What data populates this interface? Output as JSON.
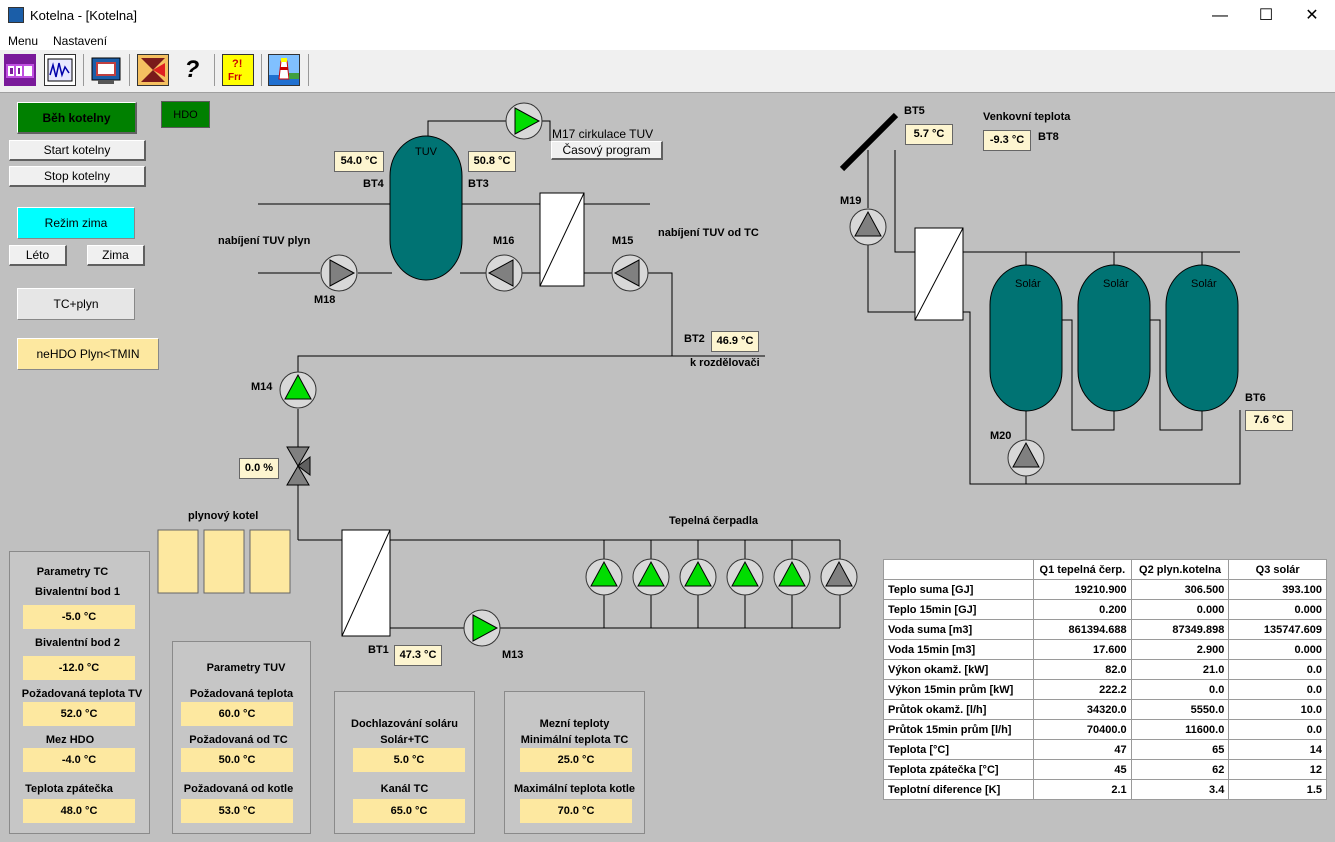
{
  "window": {
    "title": "Kotelna - [Kotelna]",
    "minimize": "—",
    "maximize": "☐",
    "close": "✕"
  },
  "menu": [
    "Menu",
    "Nastavení"
  ],
  "toolbar": {
    "items": [
      "com-icon",
      "graph-icon",
      "monitor-icon",
      "hourglass-icon",
      "help-icon",
      "alarm-icon",
      "lighthouse-icon"
    ],
    "help_glyph": "?",
    "alarm_text": "Frr"
  },
  "controls": {
    "beh_kotelny": "Běh kotelny",
    "hdo": "HDO",
    "start_kotelny": "Start kotelny",
    "stop_kotelny": "Stop kotelny",
    "rezim_zima": "Režim zima",
    "leto": "Léto",
    "zima": "Zima",
    "tc_plyn": "TC+plyn",
    "nehdo": "neHDO Plyn<TMIN",
    "casovy_program": "Časový program"
  },
  "sensors": {
    "bt4": {
      "label": "BT4",
      "value": "54.0 °C"
    },
    "bt3": {
      "label": "BT3",
      "value": "50.8 °C"
    },
    "bt5": {
      "label": "BT5",
      "value": "5.7 °C"
    },
    "bt8": {
      "label": "BT8",
      "value": "-9.3 °C"
    },
    "bt2": {
      "label": "BT2",
      "value": "46.9 °C"
    },
    "bt6": {
      "label": "BT6",
      "value": "7.6 °C"
    },
    "bt1": {
      "label": "BT1",
      "value": "47.3 °C"
    },
    "valve": {
      "value": "0.0 %"
    }
  },
  "labels": {
    "tuv": "TUV",
    "m17": "M17 cirkulace TUV",
    "nabijeni_plyn": "nabíjení TUV plyn",
    "nabijeni_tc": "nabíjení TUV od TC",
    "m16": "M16",
    "m15": "M15",
    "m18": "M18",
    "m14": "M14",
    "m19": "M19",
    "m20": "M20",
    "m13": "M13",
    "k_rozdelovaci": "k rozdělovači",
    "venkovni": "Venkovní teplota",
    "solar": "Solár",
    "plynovy_kotel": "plynový kotel",
    "tepelna_cerpadla": "Tepelná čerpadla"
  },
  "colors": {
    "pump_on": "#00dd00",
    "pump_off": "#808080",
    "tank": "#007373",
    "active_green": "#008000",
    "active_cyan": "#00ffff",
    "highlight_yellow": "#fde8a0"
  },
  "params_tc": {
    "title": "Parametry TC",
    "items": [
      {
        "label": "Bivalentní bod 1",
        "value": "-5.0 °C"
      },
      {
        "label": "Bivalentní bod 2",
        "value": "-12.0 °C"
      },
      {
        "label": "Požadovaná teplota TV",
        "value": "52.0 °C"
      },
      {
        "label": "Mez HDO",
        "value": "-4.0 °C"
      },
      {
        "label": "Teplota zpátečka",
        "value": "48.0 °C"
      }
    ]
  },
  "params_tuv": {
    "title": "Parametry TUV",
    "items": [
      {
        "label": "Požadovaná teplota",
        "value": "60.0 °C"
      },
      {
        "label": "Požadovaná od TC",
        "value": "50.0 °C"
      },
      {
        "label": "Požadovaná od kotle",
        "value": "53.0 °C"
      }
    ]
  },
  "params_solar": {
    "title": "Dochlazování soláru",
    "items": [
      {
        "label": "Solár+TC",
        "value": "5.0 °C"
      },
      {
        "label": "Kanál TC",
        "value": "65.0 °C"
      }
    ]
  },
  "params_limits": {
    "title": "Mezní teploty",
    "items": [
      {
        "label": "Minimální teplota TC",
        "value": "25.0 °C"
      },
      {
        "label": "Maximální teplota kotle",
        "value": "70.0 °C"
      }
    ]
  },
  "stats": {
    "headers": [
      "",
      "Q1 tepelná čerp.",
      "Q2 plyn.kotelna",
      "Q3 solár"
    ],
    "rows": [
      [
        "Teplo suma  [GJ]",
        "19210.900",
        "306.500",
        "393.100"
      ],
      [
        "Teplo 15min [GJ]",
        "0.200",
        "0.000",
        "0.000"
      ],
      [
        "Voda suma  [m3]",
        "861394.688",
        "87349.898",
        "135747.609"
      ],
      [
        "Voda 15min [m3]",
        "17.600",
        "2.900",
        "0.000"
      ],
      [
        "Výkon okamž. [kW]",
        "82.0",
        "21.0",
        "0.0"
      ],
      [
        "Výkon 15min prům [kW]",
        "222.2",
        "0.0",
        "0.0"
      ],
      [
        "Průtok okamž. [l/h]",
        "34320.0",
        "5550.0",
        "10.0"
      ],
      [
        "Průtok 15min prům [l/h]",
        "70400.0",
        "11600.0",
        "0.0"
      ],
      [
        "Teplota [°C]",
        "47",
        "65",
        "14"
      ],
      [
        "Teplota zpátečka [°C]",
        "45",
        "62",
        "12"
      ],
      [
        "Teplotní diference [K]",
        "2.1",
        "3.4",
        "1.5"
      ]
    ]
  }
}
